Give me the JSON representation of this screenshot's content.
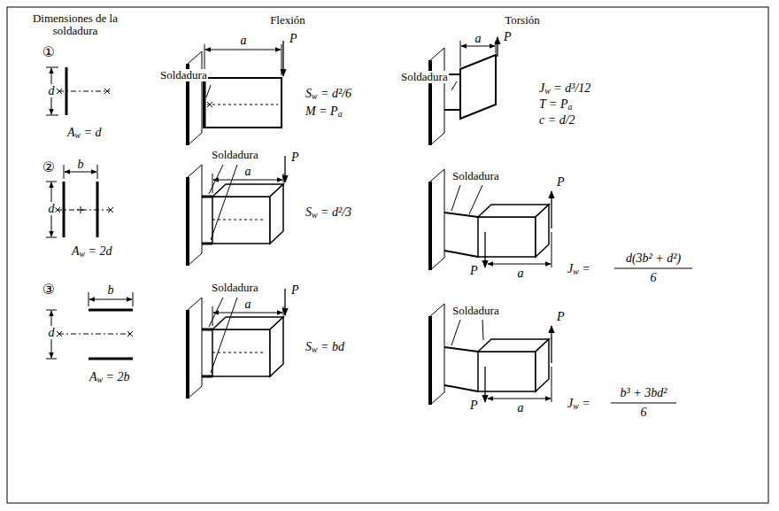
{
  "diagram": {
    "labels": [
      "Dimensiones de la soldadura",
      "Flexión",
      "Torsión",
      "①",
      "d",
      "Aw = d",
      "a",
      "P",
      "Soldadura",
      "Sw = d²/6",
      "M = Pa",
      "a",
      "P",
      "Soldadura",
      "Jw = d³/12",
      "T = Pa",
      "c = d/2",
      "②",
      "b",
      "d",
      "Aw = 2d",
      "Soldadura",
      "a",
      "P",
      "Sw = d²/3",
      "Soldadura",
      "P",
      "P",
      "a",
      "Jw =",
      "d(3b² + d²)",
      "6",
      "③",
      "b",
      "d",
      "Aw = 2b",
      "Soldadura",
      "a",
      "P",
      "Sw = bd",
      "Soldadura",
      "P",
      "P",
      "a",
      "Jw =",
      "b³ + 3bd²",
      "6"
    ]
  }
}
